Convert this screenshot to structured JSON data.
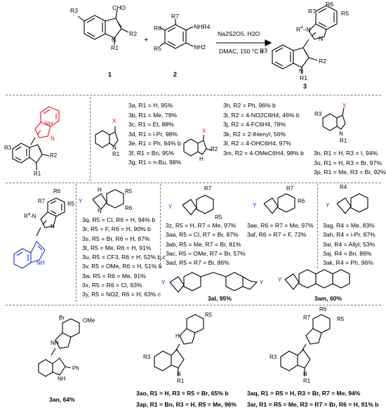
{
  "scheme": {
    "reactant1_label": "1",
    "reactant2_label": "2",
    "product_label": "3",
    "plus": "+",
    "cond_line1": "Na2S2O5, H2O",
    "cond_line2": "DMAC, 150 °C a",
    "atoms": {
      "cho": "CHO",
      "r1": "R1",
      "r2": "R2",
      "r3": "R3",
      "r4": "R4",
      "r5": "R5",
      "r6": "R6",
      "r7": "R7",
      "n": "N",
      "h": "H",
      "nh": "NH",
      "nhr4": "NHR4",
      "nh2": "NH2",
      "x": "X",
      "y": "Y",
      "ph": "Ph",
      "br": "Br",
      "ome": "OMe"
    }
  },
  "colors": {
    "benzimidazole": "#e8141c",
    "indole": "#1a2bd8"
  },
  "group1": {
    "col1": [
      "3a, R1 = H, 95%",
      "3b, R1 = Me, 79%",
      "3c, R1 = Et, 88%",
      "3d, R1 = i-Pr, 98%",
      "3e, R1 = Ph, 84% b",
      "3f, R1 = Bn, 95%",
      "3g, R1 = n-Bu, 98%"
    ],
    "col2": [
      "3h, R2 = Ph, 96% b",
      "3i, R2 = 4-NO2C6H4, 46% b",
      "3j, R2 = 4-FC6H4, 78%",
      "3k, R2 = 2-thienyl, 56%",
      "3l, R2 = 4-OHC6H4, 97%",
      "3m, R2 = 4-OMeC6H4, 98% b"
    ],
    "col3": [
      "3n, R1 = H, R3 = I, 94%",
      "3o, R1 = H, R3 = Br, 97%",
      "3p, R1 = Me, R3 = Br, 92%"
    ]
  },
  "group2": {
    "colA": [
      "3q, R5 = Cl, R6 = H, 94% b",
      "3r, R5 = F, R6 = H, 90% b",
      "3s, R5 = Br, R6 = H, 87%",
      "3t, R5 = Me, R6 = H, 91%",
      "3u, R5 = CF3, R6 = H, 52% b,c",
      "3v, R5 = OMe, R6 = H, 51% b",
      "3w, R5 = R6 = Me, 91%",
      "3x, R5 = R6 = Cl, 93%",
      "3y, R5 = NO2, R6 = H, 63% c"
    ],
    "colB": [
      "3z, R5 = H, R7 = Me, 97%",
      "3aa, R5 = Cl, R7 = Br, 87%",
      "3ab, R5 = Me, R7 = Br, 81%",
      "3ac, R5 = OMe, R7 = Br, 57%",
      "3ad, R5 = R7 = Br, 86%"
    ],
    "colC": [
      "3ae, R6 = R7 = Me, 97%",
      "3af, R6 = R7 = F, 72%"
    ],
    "colD": [
      "3ag, R4 = Me, 83%",
      "3ah, R4 = i-Pr, 87%",
      "3ai, R4 = Allyl, 53%",
      "3aj, R4 = Bn, 86%",
      "3ak, R4 = Ph, 96%"
    ],
    "al": "3al, 95%",
    "am": "3am, 60%"
  },
  "group3": {
    "an": "3an, 64%",
    "ao": "3ao, R1 = H, R3 = R5 = Br, 65% b",
    "ap": "3ap, R1 = Bn, R3 = H, R5 = Me, 96%",
    "aq": "3aq, R1 = R5 = H, R3 = Br, R7 = Me, 94%",
    "ar": "3ar, R1 = R5 = Me, R3 = R7 = Br, R6 = H, 91% b"
  }
}
